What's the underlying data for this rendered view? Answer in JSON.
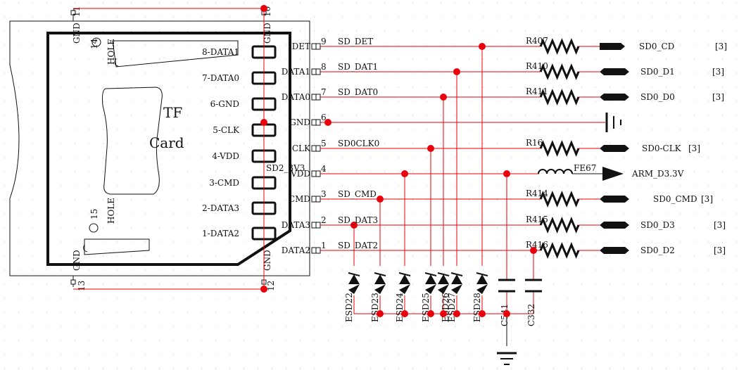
{
  "colors": {
    "wire": "#e8000a",
    "component": "#111111",
    "junction": "#e8000a",
    "grid": "#c9c9c9",
    "background": "#ffffff"
  },
  "card": {
    "title_line1": "TF",
    "title_line2": "Card",
    "shield_pins": [
      {
        "name": "GND",
        "number": "11"
      },
      {
        "name": "GND",
        "number": "10"
      },
      {
        "name": "GND",
        "number": "13"
      },
      {
        "name": "GND",
        "number": "12"
      }
    ],
    "holes": [
      {
        "label": "HOLE",
        "number": "14"
      },
      {
        "label": "HOLE",
        "number": "15"
      }
    ],
    "contacts": [
      "8-DATA1",
      "7-DATA0",
      "6-GND",
      "5-CLK",
      "4-VDD",
      "3-CMD",
      "2-DATA3",
      "1-DATA2"
    ],
    "pins": [
      {
        "name": "DET",
        "number": "9"
      },
      {
        "name": "DATA1",
        "number": "8"
      },
      {
        "name": "DATA0",
        "number": "7"
      },
      {
        "name": "GND",
        "number": "6"
      },
      {
        "name": "CLK",
        "number": "5"
      },
      {
        "name": "VDD",
        "number": "4"
      },
      {
        "name": "CMD",
        "number": "3"
      },
      {
        "name": "DATA3",
        "number": "2"
      },
      {
        "name": "DATA2",
        "number": "1"
      }
    ],
    "power_net_label": "SD2_3V3"
  },
  "nets": [
    {
      "name": "SD_DET",
      "component": "R407",
      "output": "SD0_CD",
      "ref": "[3]"
    },
    {
      "name": "SD_DAT1",
      "component": "R410",
      "output": "SD0_D1",
      "ref": "[3]"
    },
    {
      "name": "SD_DAT0",
      "component": "R411",
      "output": "SD0_D0",
      "ref": "[3]"
    },
    {
      "name": "",
      "component": "",
      "output": "",
      "ref": ""
    },
    {
      "name": "SD0CLK0",
      "component": "R16",
      "output": "SD0-CLK",
      "ref": "[3]"
    },
    {
      "name": "",
      "component": "FE67",
      "output": "ARM_D3.3V",
      "ref": ""
    },
    {
      "name": "SD_CMD",
      "component": "R414",
      "output": "SD0_CMD",
      "ref": "[3]"
    },
    {
      "name": "SD_DAT3",
      "component": "R415",
      "output": "SD0_D3",
      "ref": "[3]"
    },
    {
      "name": "SD_DAT2",
      "component": "R416",
      "output": "SD0_D2",
      "ref": "[3]"
    }
  ],
  "esd_diodes": [
    "ESD22",
    "ESD23",
    "ESD24",
    "ESD25",
    "ESD26",
    "ESD27",
    "ESD28"
  ],
  "capacitors": [
    "C541",
    "C332"
  ]
}
